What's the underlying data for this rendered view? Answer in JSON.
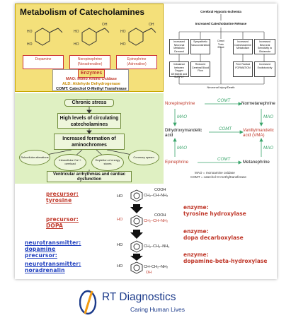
{
  "panel1": {
    "title": "Metabolism of Catecholamines",
    "molecules": [
      {
        "line1": "Dopamine",
        "line2": ""
      },
      {
        "line1": "Norepinephrine",
        "line2": "(Noradrenaline)"
      },
      {
        "line1": "Epinephrine",
        "line2": "(Adrenaline)"
      }
    ],
    "enzymes_header": "Enzymes",
    "enz_mao_abbr": "MAO:",
    "enz_mao_name": " Mono Amine Oxidase",
    "enz_ald_abbr": "ALD:",
    "enz_ald_name": " Aldehyde Dehydrogenase",
    "enz_comt_abbr": "COMT:",
    "enz_comt_name": " Catechol O-Methyl Transferase"
  },
  "panel2": {
    "top": "Cerebral Hypoxic-Ischemia",
    "second": "Increased Catecholamine Release",
    "row3": [
      "Increased Neuronal Metabolic Demand",
      "Sympathetic Vasoconstriction",
      "Direct Toxic Effect",
      "Increased Catecholamine Metabolism",
      "Increased Neuronal Sensitivity to Glutamate"
    ],
    "row4": [
      "Imbalance between Oxygen DEMAND and SUPPLY",
      "Reduced Cerebral Blood Flow",
      "Free Radical FORMATION",
      "Increased Excitotoxicity"
    ],
    "bottom": "Neuronal Injury/Death"
  },
  "panel3": {
    "top": "Chronic stress",
    "second": "High levels of circulating catecholamines",
    "third": "Increased formation of aminochromes",
    "ell1": "Subcellular alterations",
    "ell2": "Intracellular Ca++ overload",
    "ell3": "Depletion of energy stores",
    "ell4": "Coronary spasm",
    "bottom": "Ventricular arrhythmias and cardiac dysfunction"
  },
  "panel4": {
    "ne": "Norepinephrine",
    "nm": "Normetanephrine",
    "comt": "COMT",
    "mao": "MAO",
    "dhma_line1": "Dihydroxymandelic",
    "dhma_line2": "acid",
    "vma_line1": "Vanillylmandelic",
    "vma_line2": "acid (VMA)",
    "epi": "Epinephrine",
    "meta": "Metanephrine",
    "foot1": "MAO = monoamine oxidase",
    "foot2": "COMT = catechol-O-methyltransferase"
  },
  "panel5": {
    "pre_tyr_label": "precursor:",
    "pre_tyr": "tyrosine",
    "pre_dopa_label": "precursor:",
    "pre_dopa": "DOPA",
    "nt_dop_label": "neurotransmitter:",
    "nt_dop": "dopamine",
    "nt_dop_pre": "precursor:",
    "nt_nor_label": "neurotransmitter:",
    "nt_nor": "noradrenalin",
    "enz1_label": "enzyme:",
    "enz1": "tyrosine hydroxylase",
    "enz2_label": "enzyme:",
    "enz2": "dopa decarboxylase",
    "enz3_label": "enzyme:",
    "enz3": "dopamine-beta-hydroxylase",
    "chem1": "CH₂–CH–NH₂",
    "chem1_top": "COOH",
    "chem2": "CH₂–CH–NH₂",
    "chem2_top": "COOH",
    "chem3": "CH₂–CH₂–NH₂",
    "chem4": "CH–CH₂–NH₂",
    "chem4_oh": "OH",
    "ho": "HO"
  },
  "logo": {
    "name": "RT Diagnostics",
    "tagline": "Caring Human Lives",
    "colors": {
      "blue": "#1b3a8a",
      "orange": "#f39c12"
    }
  }
}
